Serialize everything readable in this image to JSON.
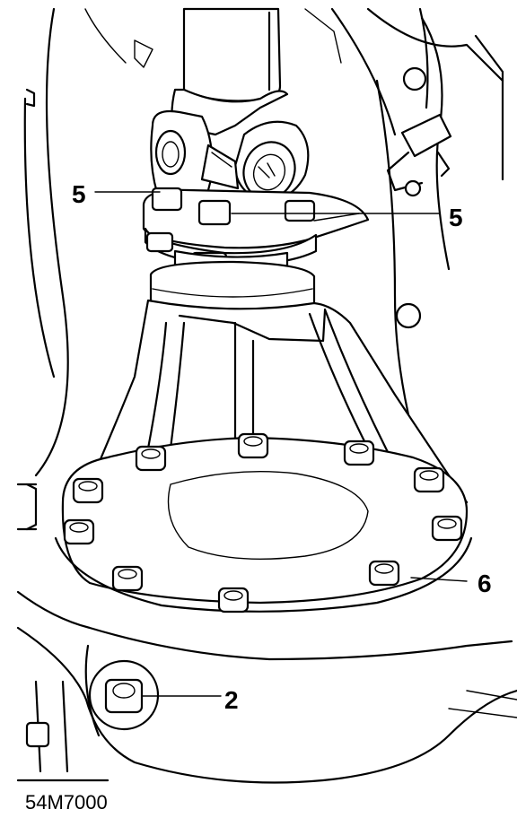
{
  "figure": {
    "reference": "54M7000",
    "callouts": [
      {
        "id": "upper-left-bolt",
        "label": "5"
      },
      {
        "id": "flange-bolts",
        "label": "5"
      },
      {
        "id": "housing-joint",
        "label": "6"
      },
      {
        "id": "drain-plug",
        "label": "2"
      }
    ]
  },
  "colors": {
    "line": "#000000",
    "background": "#ffffff"
  }
}
